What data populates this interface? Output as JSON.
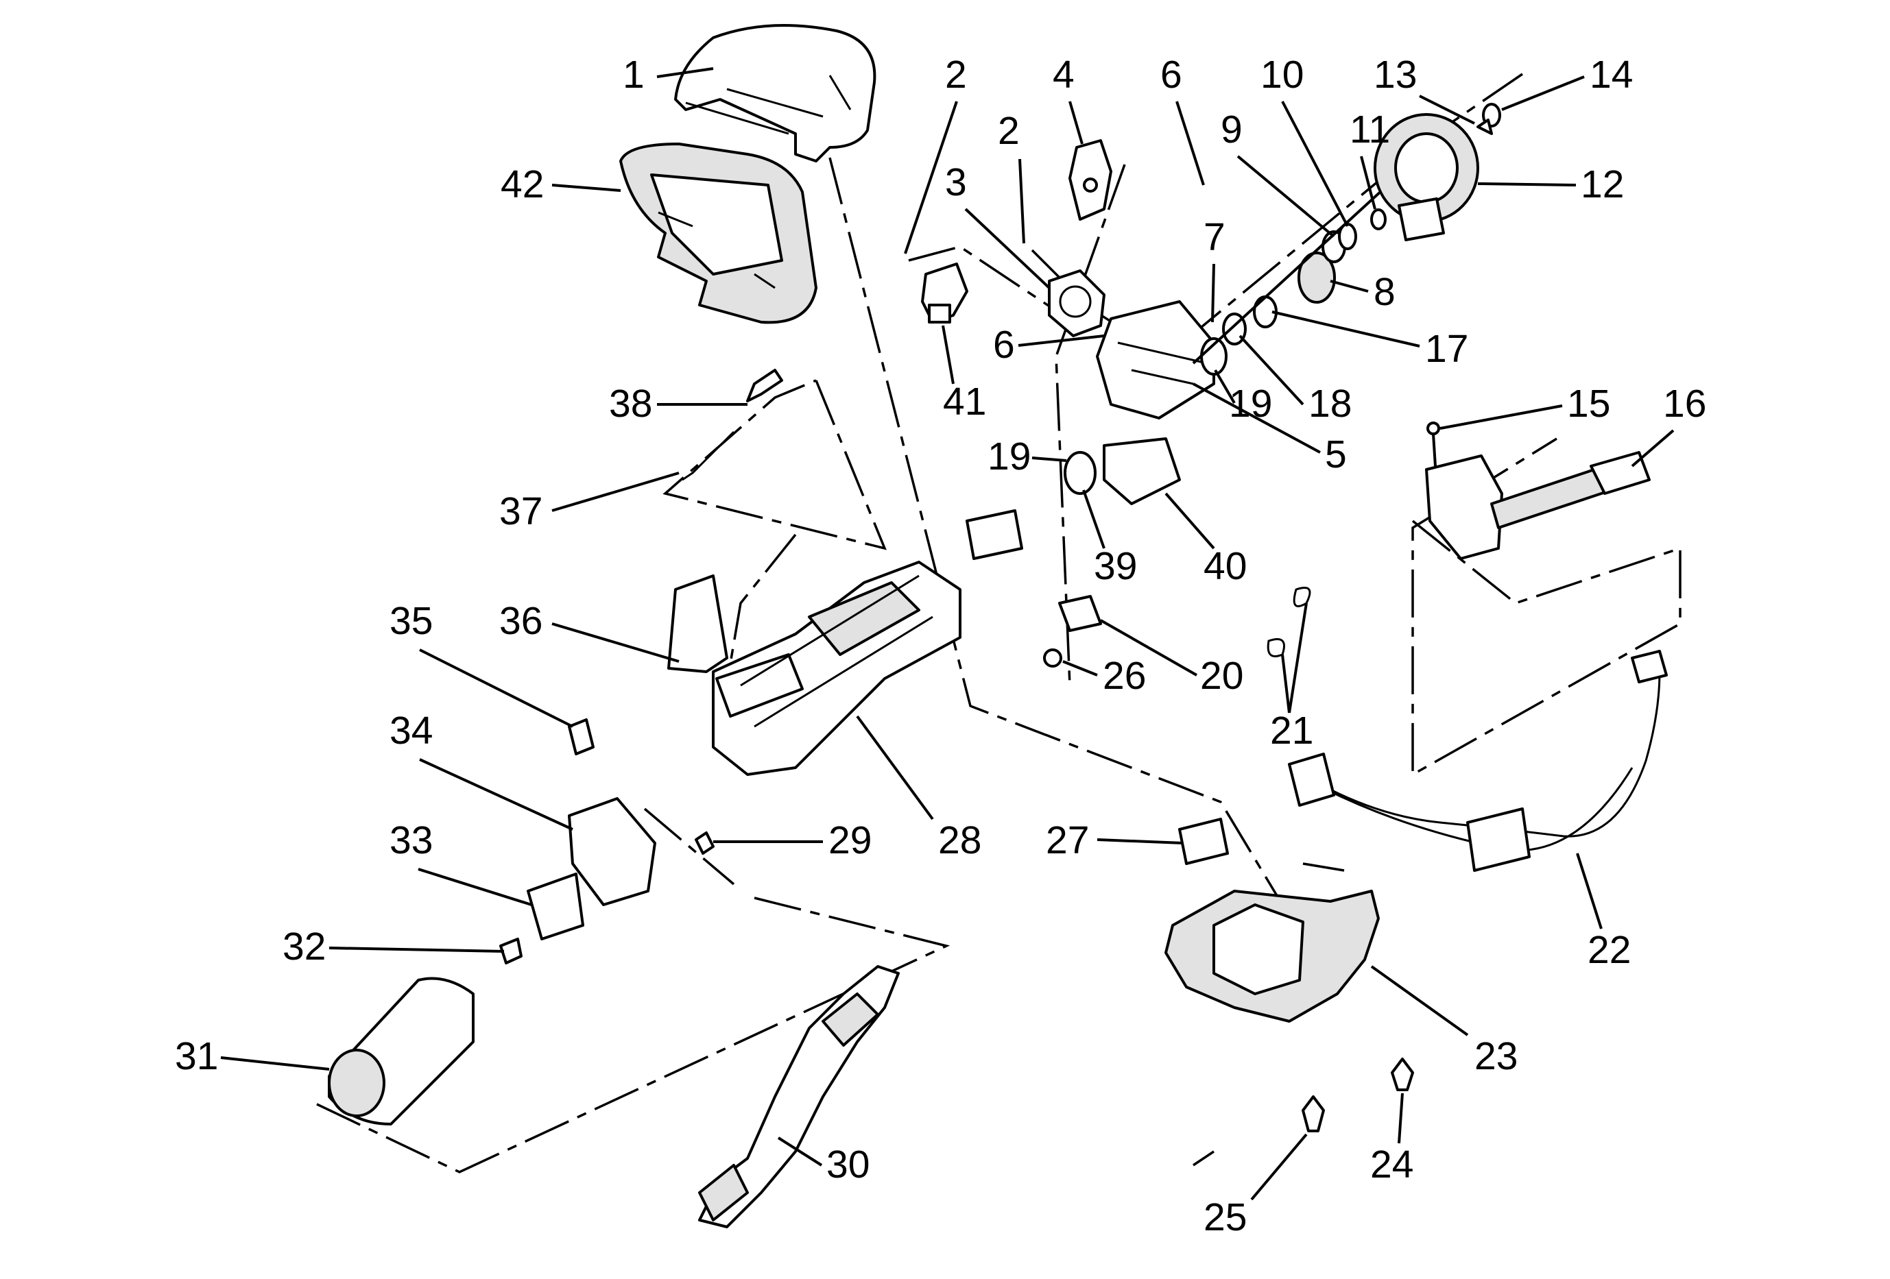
{
  "diagram": {
    "callouts": [
      {
        "id": "1",
        "label": "1"
      },
      {
        "id": "2a",
        "label": "2"
      },
      {
        "id": "2b",
        "label": "2"
      },
      {
        "id": "3",
        "label": "3"
      },
      {
        "id": "4",
        "label": "4"
      },
      {
        "id": "5",
        "label": "5"
      },
      {
        "id": "6a",
        "label": "6"
      },
      {
        "id": "6b",
        "label": "6"
      },
      {
        "id": "7",
        "label": "7"
      },
      {
        "id": "8",
        "label": "8"
      },
      {
        "id": "9",
        "label": "9"
      },
      {
        "id": "10",
        "label": "10"
      },
      {
        "id": "11",
        "label": "11"
      },
      {
        "id": "12",
        "label": "12"
      },
      {
        "id": "13",
        "label": "13"
      },
      {
        "id": "14",
        "label": "14"
      },
      {
        "id": "15",
        "label": "15"
      },
      {
        "id": "16",
        "label": "16"
      },
      {
        "id": "17",
        "label": "17"
      },
      {
        "id": "18",
        "label": "18"
      },
      {
        "id": "19a",
        "label": "19"
      },
      {
        "id": "19b",
        "label": "19"
      },
      {
        "id": "20",
        "label": "20"
      },
      {
        "id": "21",
        "label": "21"
      },
      {
        "id": "22",
        "label": "22"
      },
      {
        "id": "23",
        "label": "23"
      },
      {
        "id": "24",
        "label": "24"
      },
      {
        "id": "25",
        "label": "25"
      },
      {
        "id": "26",
        "label": "26"
      },
      {
        "id": "27",
        "label": "27"
      },
      {
        "id": "28",
        "label": "28"
      },
      {
        "id": "29",
        "label": "29"
      },
      {
        "id": "30",
        "label": "30"
      },
      {
        "id": "31",
        "label": "31"
      },
      {
        "id": "32",
        "label": "32"
      },
      {
        "id": "33",
        "label": "33"
      },
      {
        "id": "34",
        "label": "34"
      },
      {
        "id": "35",
        "label": "35"
      },
      {
        "id": "36",
        "label": "36"
      },
      {
        "id": "37",
        "label": "37"
      },
      {
        "id": "38",
        "label": "38"
      },
      {
        "id": "39",
        "label": "39"
      },
      {
        "id": "40",
        "label": "40"
      },
      {
        "id": "41",
        "label": "41"
      },
      {
        "id": "42",
        "label": "42"
      }
    ]
  }
}
